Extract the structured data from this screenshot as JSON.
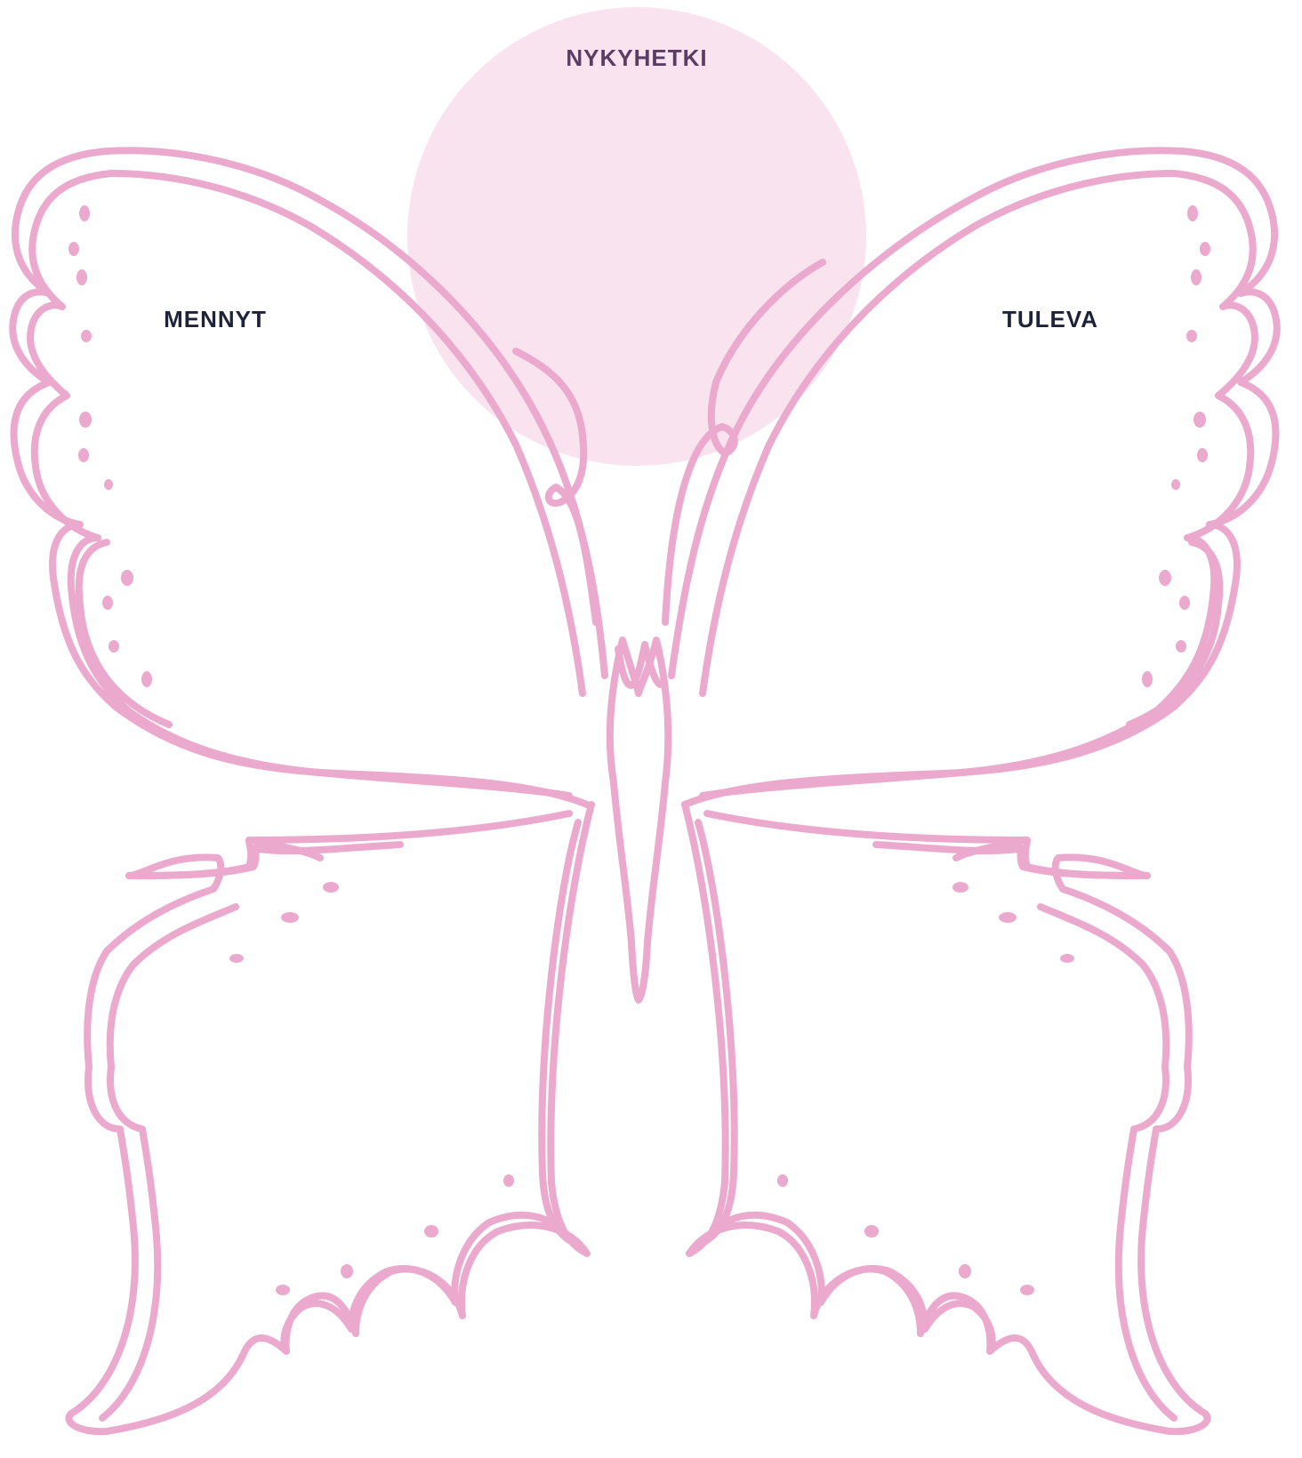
{
  "labels": {
    "present": "NYKYHETKI",
    "past": "MENNYT",
    "future": "TULEVA"
  },
  "colors": {
    "outline": "#eba9cd",
    "circle_fill": "#f8e3ef",
    "present_text": "#5b3d62",
    "wing_text": "#1f2339",
    "background": "#ffffff"
  },
  "illustration": "butterfly-outline"
}
